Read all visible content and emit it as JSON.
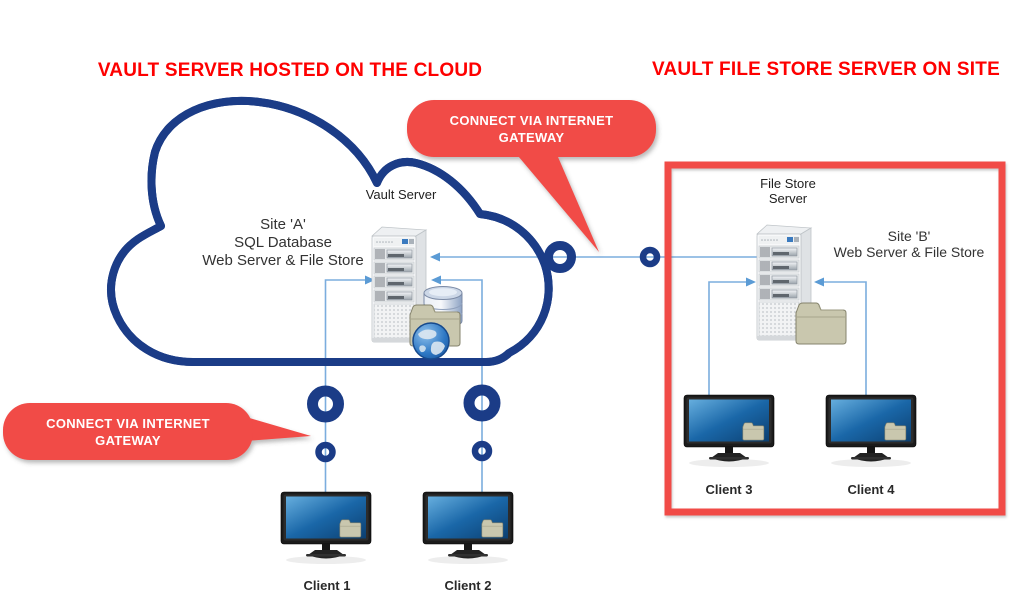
{
  "titles": {
    "cloud": "VAULT SERVER HOSTED ON THE CLOUD",
    "onsite": "VAULT FILE STORE SERVER ON SITE"
  },
  "callouts": {
    "top": {
      "line1": "CONNECT VIA INTERNET",
      "line2": "GATEWAY"
    },
    "bottom": {
      "line1": "CONNECT VIA INTERNET",
      "line2": "GATEWAY"
    }
  },
  "cloud": {
    "server_label": "Vault Server",
    "site_line1": "Site 'A'",
    "site_line2": "SQL Database",
    "site_line3": "Web Server & File Store"
  },
  "onsite": {
    "server_label_line1": "File Store",
    "server_label_line2": "Server",
    "site_line1": "Site 'B'",
    "site_line2": "Web Server & File Store"
  },
  "clients": [
    {
      "label": "Client 1"
    },
    {
      "label": "Client 2"
    },
    {
      "label": "Client 3"
    },
    {
      "label": "Client 4"
    }
  ],
  "colors": {
    "title_red": "#fe0000",
    "callout_red": "#f14b47",
    "navy": "#1b3c87",
    "connector_blue": "#7badde",
    "arrow_blue": "#5b9bd5"
  }
}
